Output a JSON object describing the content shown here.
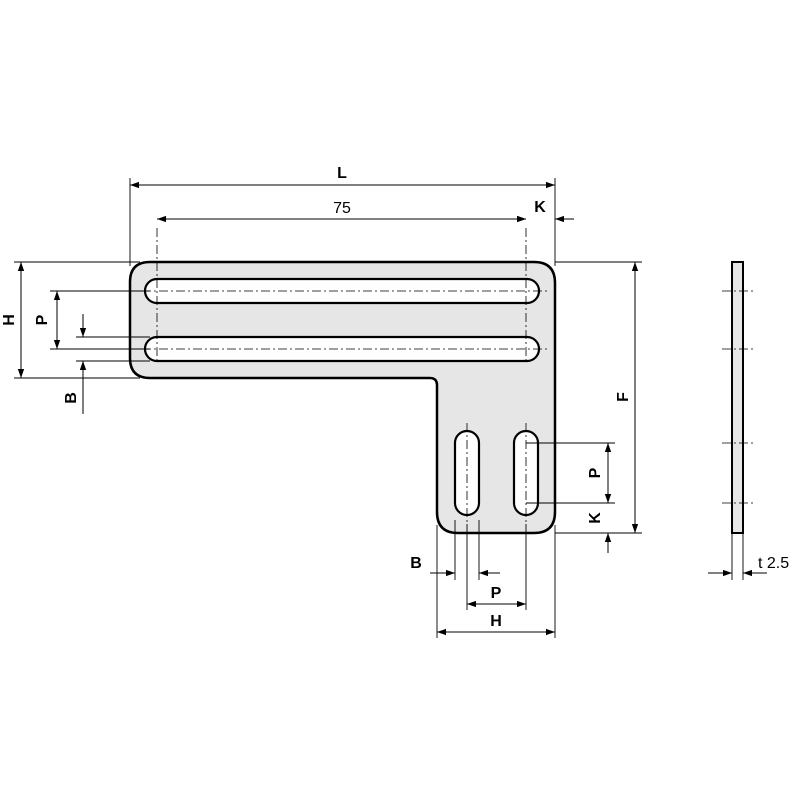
{
  "labels": {
    "L": "L",
    "len75": "75",
    "K_top": "K",
    "H_left": "H",
    "P_left": "P",
    "B_left": "B",
    "F_right": "F",
    "P_right": "P",
    "K_right": "K",
    "B_bottom": "B",
    "P_bottom": "P",
    "H_bottom": "H",
    "thickness": "t 2.5"
  }
}
